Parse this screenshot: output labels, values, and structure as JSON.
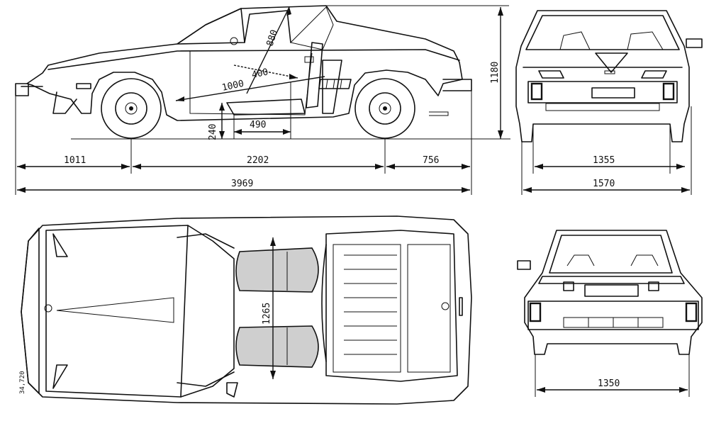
{
  "side_view": {
    "dimensions": {
      "front_overhang": "1011",
      "wheelbase": "2202",
      "rear_overhang": "756",
      "overall_length": "3969",
      "height": "1180",
      "headroom": "880",
      "seat_back": "400",
      "legroom": "1000",
      "seat_height": "240",
      "seat_depth": "490"
    }
  },
  "front_view": {
    "dimensions": {
      "front_track": "1355",
      "overall_width": "1570"
    }
  },
  "top_view": {
    "dimensions": {
      "interior_width": "1265"
    },
    "drawing_number": "34,720"
  },
  "rear_view": {
    "dimensions": {
      "rear_track": "1350"
    }
  }
}
